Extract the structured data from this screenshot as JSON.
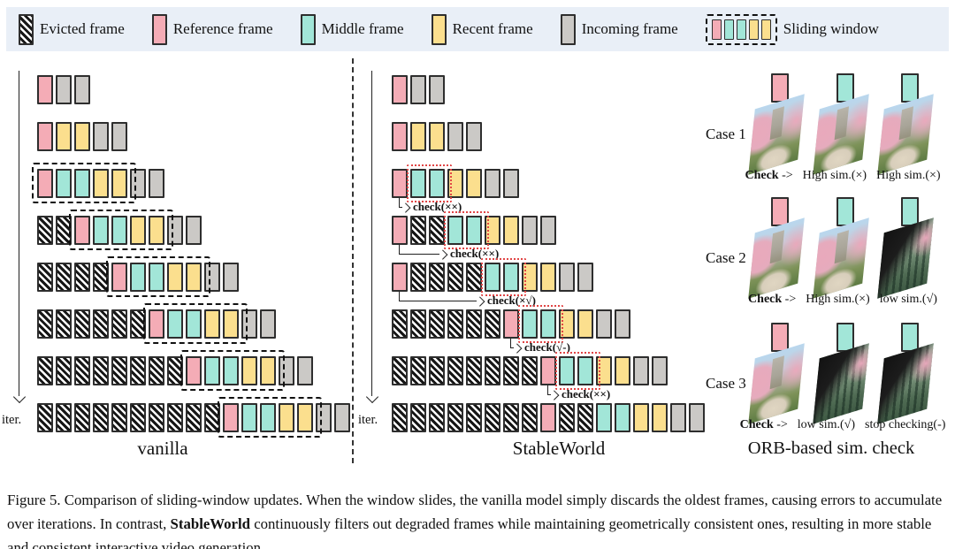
{
  "colors": {
    "reference": "#f4acb6",
    "middle": "#a2e6d8",
    "recent": "#fbdf8e",
    "incoming": "#cbc9c6",
    "evicted_stripe": "#161616",
    "frame_border": "#2e2e2e",
    "window_dash": "#111111",
    "check_box_red": "#e04545",
    "legend_bg": "#e9eff7"
  },
  "frame_types": {
    "E": "evicted",
    "R": "reference",
    "M": "middle",
    "Y": "recent",
    "I": "incoming"
  },
  "legend": {
    "items": [
      {
        "type": "E",
        "label": "Evicted frame"
      },
      {
        "type": "R",
        "label": "Reference frame"
      },
      {
        "type": "M",
        "label": "Middle frame"
      },
      {
        "type": "Y",
        "label": "Recent frame"
      },
      {
        "type": "I",
        "label": "Incoming frame"
      }
    ],
    "window_item": {
      "label": "Sliding window",
      "frames": [
        "R",
        "M",
        "M",
        "Y",
        "Y"
      ]
    }
  },
  "panels": {
    "vanilla": {
      "name": "vanilla",
      "iter": "iter.",
      "rows": [
        {
          "f": [
            "R",
            "I",
            "I"
          ]
        },
        {
          "f": [
            "R",
            "Y",
            "Y",
            "I",
            "I"
          ]
        },
        {
          "f": [
            {
              "w": [
                "R",
                "M",
                "M",
                "Y",
                "Y"
              ]
            },
            "I",
            "I"
          ]
        },
        {
          "f": [
            "E",
            "E",
            {
              "w": [
                "R",
                "M",
                "M",
                "Y",
                "Y"
              ]
            },
            "I",
            "I"
          ]
        },
        {
          "f": [
            "E",
            "E",
            "E",
            "E",
            {
              "w": [
                "R",
                "M",
                "M",
                "Y",
                "Y"
              ]
            },
            "I",
            "I"
          ]
        },
        {
          "f": [
            "E",
            "E",
            "E",
            "E",
            "E",
            "E",
            {
              "w": [
                "R",
                "M",
                "M",
                "Y",
                "Y"
              ]
            },
            "I",
            "I"
          ]
        },
        {
          "f": [
            "E",
            "E",
            "E",
            "E",
            "E",
            "E",
            "E",
            "E",
            {
              "w": [
                "R",
                "M",
                "M",
                "Y",
                "Y"
              ]
            },
            "I",
            "I"
          ]
        },
        {
          "f": [
            "E",
            "E",
            "E",
            "E",
            "E",
            "E",
            "E",
            "E",
            "E",
            "E",
            {
              "w": [
                "R",
                "M",
                "M",
                "Y",
                "Y"
              ]
            },
            "I",
            "I"
          ]
        }
      ]
    },
    "stable": {
      "name": "StableWorld",
      "iter": "iter.",
      "rows": [
        {
          "f": [
            "R",
            "I",
            "I"
          ]
        },
        {
          "f": [
            "R",
            "Y",
            "Y",
            "I",
            "I"
          ]
        },
        {
          "f": [
            "R",
            {
              "c": [
                "M",
                "M"
              ]
            },
            "Y",
            "Y",
            "I",
            "I"
          ],
          "check": "check(××)"
        },
        {
          "f": [
            "R",
            "E",
            "E",
            {
              "c": [
                "M",
                "M"
              ]
            },
            "Y",
            "Y",
            "I",
            "I"
          ],
          "check": "check(××)"
        },
        {
          "f": [
            "R",
            "E",
            "E",
            "E",
            "E",
            {
              "c": [
                "M",
                "M"
              ]
            },
            "Y",
            "Y",
            "I",
            "I"
          ],
          "check": "check(×√)"
        },
        {
          "f": [
            "E",
            "E",
            "E",
            "E",
            "E",
            "E",
            "R",
            {
              "c": [
                "M",
                "M"
              ]
            },
            "Y",
            "Y",
            "I",
            "I"
          ],
          "check": "check(√-)"
        },
        {
          "f": [
            "E",
            "E",
            "E",
            "E",
            "E",
            "E",
            "E",
            "E",
            "R",
            {
              "c": [
                "M",
                "M"
              ]
            },
            "Y",
            "Y",
            "I",
            "I"
          ],
          "check": "check(××)"
        },
        {
          "f": [
            "E",
            "E",
            "E",
            "E",
            "E",
            "E",
            "E",
            "E",
            "R",
            "E",
            "E",
            "M",
            "M",
            "Y",
            "Y",
            "I",
            "I"
          ]
        }
      ]
    }
  },
  "orb": {
    "title": "ORB-based sim. check",
    "check_prefix": "Check",
    "check_arrow": "->",
    "cases": [
      {
        "label": "Case 1",
        "frames": [
          "R",
          "M",
          "M"
        ],
        "images": [
          "normal",
          "normal",
          "normal"
        ],
        "results": [
          "High sim.(×)",
          "High sim.(×)"
        ]
      },
      {
        "label": "Case 2",
        "frames": [
          "R",
          "M",
          "M"
        ],
        "images": [
          "normal",
          "normal",
          "bad"
        ],
        "results": [
          "High sim.(×)",
          "low sim.(√)"
        ]
      },
      {
        "label": "Case 3",
        "frames": [
          "R",
          "M",
          "M"
        ],
        "images": [
          "normal",
          "bad",
          "bad"
        ],
        "results": [
          "low sim.(√)",
          "stop checking(-)"
        ]
      }
    ]
  },
  "caption": {
    "prefix": "Figure 5. Comparison of sliding-window updates. When the window slides, the vanilla model simply discards the oldest frames, causing errors to accumulate over iterations. In contrast, ",
    "bold": "StableWorld",
    "suffix": " continuously filters out degraded frames while maintaining geometrically consistent ones, resulting in more stable and consistent interactive video generation."
  }
}
